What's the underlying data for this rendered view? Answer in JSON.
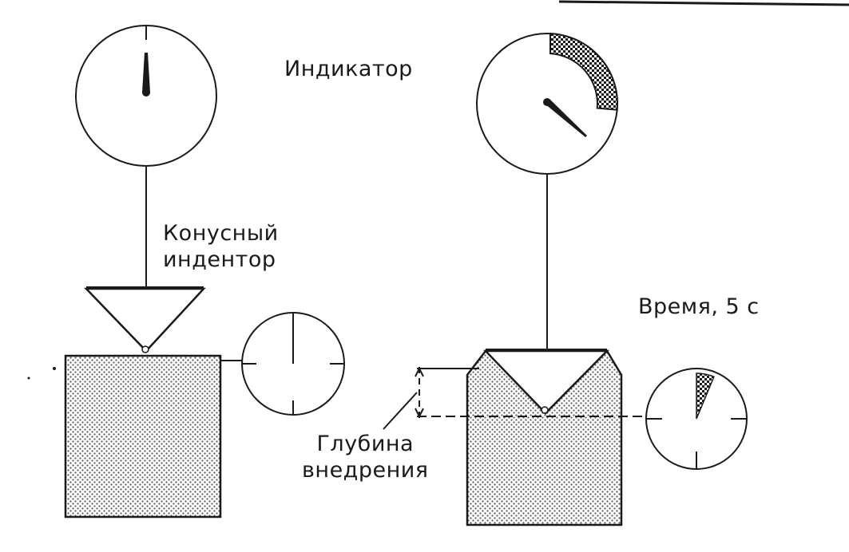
{
  "labels": {
    "indicator": "Индикатор",
    "cone_indenter": [
      "Конусный",
      "индентор"
    ],
    "time": "Время, 5 с",
    "penetration_depth": [
      "Глубина",
      "внедрения"
    ]
  },
  "colors": {
    "ink": "#1a1a1a",
    "paper": "#ffffff"
  },
  "icons": {
    "gauge": "dial-gauge-icon",
    "timer": "stopwatch-icon"
  }
}
